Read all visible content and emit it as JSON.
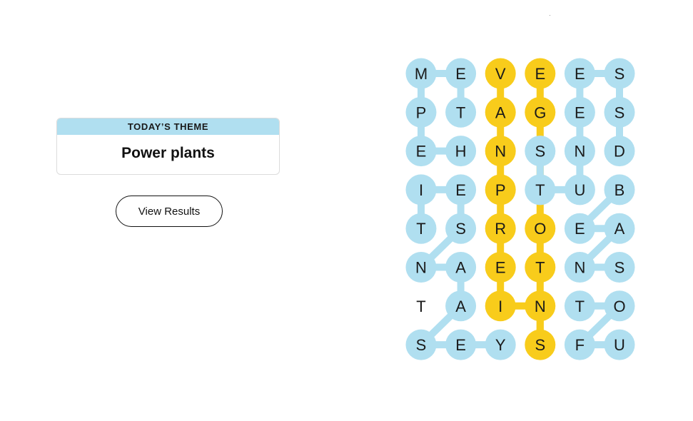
{
  "theme": {
    "label": "TODAY’S THEME",
    "title": "Power plants"
  },
  "actions": {
    "view_results_label": "View Results"
  },
  "colors": {
    "theme_word": "#B0DFF0",
    "spangram": "#F8CC1B",
    "letter": "#1A1A1A"
  },
  "grid": {
    "rows": 8,
    "cols": 6,
    "letters": [
      [
        "M",
        "E",
        "V",
        "E",
        "E",
        "S"
      ],
      [
        "P",
        "T",
        "A",
        "G",
        "E",
        "S"
      ],
      [
        "E",
        "H",
        "N",
        "S",
        "N",
        "D"
      ],
      [
        "I",
        "E",
        "P",
        "T",
        "U",
        "B"
      ],
      [
        "T",
        "S",
        "R",
        "O",
        "E",
        "A"
      ],
      [
        "N",
        "A",
        "E",
        "T",
        "N",
        "S"
      ],
      [
        "T",
        "A",
        "I",
        "N",
        "T",
        "O"
      ],
      [
        "S",
        "E",
        "Y",
        "S",
        "F",
        "U"
      ]
    ],
    "found_words": [
      {
        "kind": "theme",
        "cells": [
          [
            2,
            1
          ],
          [
            2,
            0
          ],
          [
            1,
            0
          ],
          [
            0,
            0
          ],
          [
            0,
            1
          ],
          [
            1,
            1
          ]
        ]
      },
      {
        "kind": "spangram",
        "cells": [
          [
            0,
            2
          ],
          [
            1,
            2
          ],
          [
            2,
            2
          ],
          [
            3,
            2
          ],
          [
            4,
            2
          ],
          [
            5,
            2
          ],
          [
            6,
            2
          ],
          [
            6,
            3
          ],
          [
            7,
            3
          ],
          [
            5,
            3
          ],
          [
            4,
            3
          ],
          [
            1,
            3
          ],
          [
            0,
            3
          ]
        ]
      },
      {
        "kind": "theme",
        "cells": [
          [
            4,
            0
          ],
          [
            3,
            0
          ],
          [
            3,
            1
          ],
          [
            4,
            1
          ],
          [
            5,
            0
          ],
          [
            5,
            1
          ],
          [
            6,
            1
          ],
          [
            7,
            0
          ],
          [
            7,
            1
          ],
          [
            7,
            2
          ]
        ]
      },
      {
        "kind": "theme",
        "cells": [
          [
            2,
            3
          ],
          [
            3,
            3
          ],
          [
            3,
            4
          ],
          [
            2,
            4
          ],
          [
            1,
            4
          ],
          [
            0,
            4
          ],
          [
            0,
            5
          ],
          [
            1,
            5
          ],
          [
            2,
            5
          ]
        ]
      },
      {
        "kind": "theme",
        "cells": [
          [
            3,
            5
          ],
          [
            4,
            4
          ],
          [
            4,
            5
          ],
          [
            5,
            4
          ],
          [
            5,
            5
          ]
        ]
      },
      {
        "kind": "theme",
        "cells": [
          [
            6,
            4
          ],
          [
            6,
            5
          ],
          [
            7,
            4
          ],
          [
            7,
            5
          ]
        ]
      }
    ]
  }
}
